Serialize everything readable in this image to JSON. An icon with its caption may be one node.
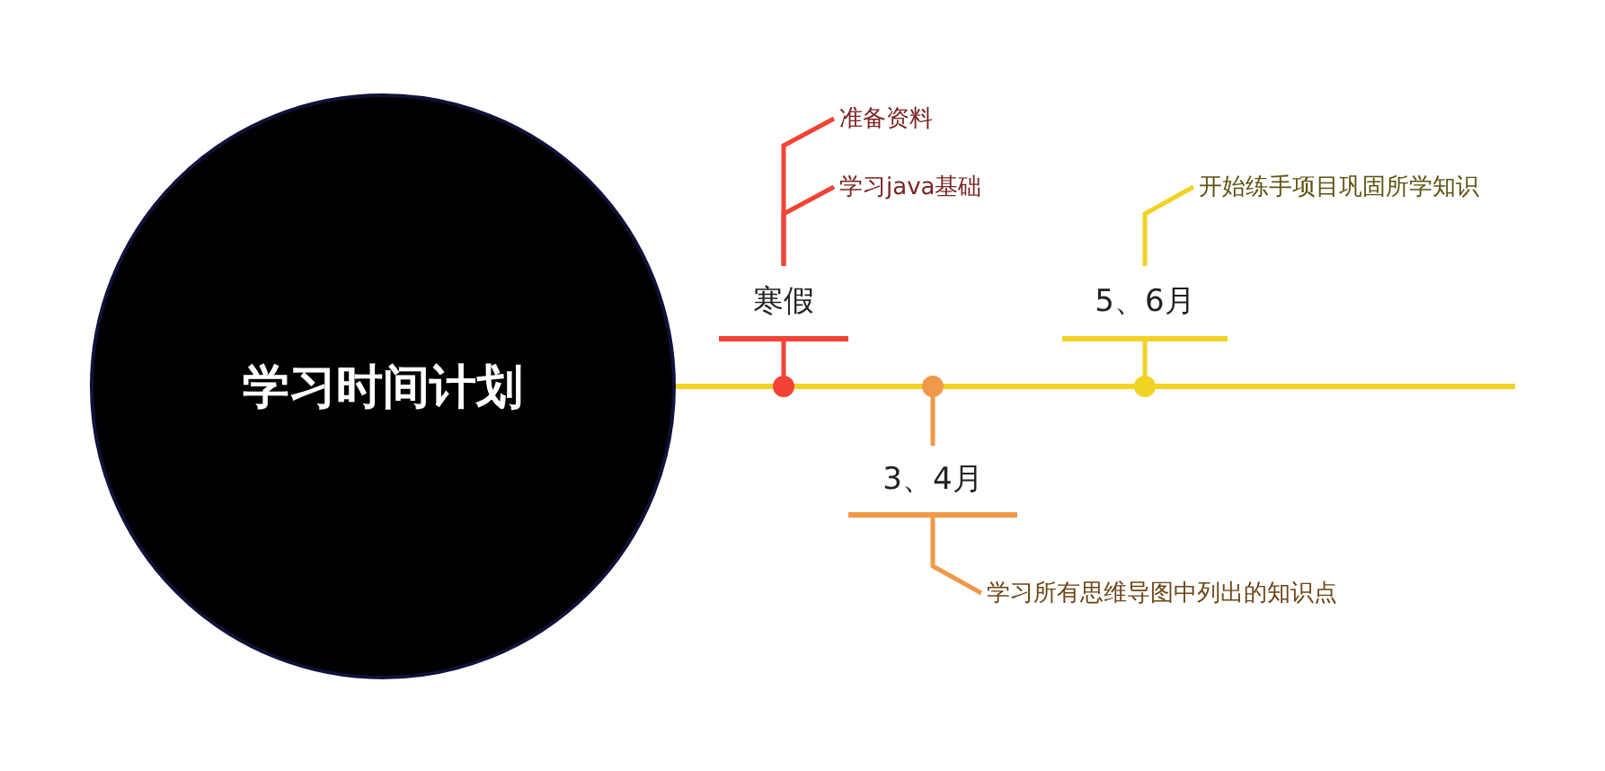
{
  "diagram": {
    "nodes": [
      {
        "text": [
          "学习时间计划"
        ]
      },
      {
        "text": [
          "寒假"
        ]
      },
      {
        "text": [
          "准备资料"
        ]
      },
      {
        "text": [
          "学习java基础"
        ]
      },
      {
        "text": [
          "3、4月"
        ]
      },
      {
        "text": [
          "学习所有思维导图中列出的知识点"
        ]
      },
      {
        "text": [
          "5、6月"
        ]
      },
      {
        "text": [
          "开始练手项目巩固所学知识"
        ]
      }
    ],
    "edges": [
      {
        "from": 0,
        "to": 1,
        "arrow": "none",
        "color": "#f44336"
      },
      {
        "from": 0,
        "to": 4,
        "arrow": "none",
        "color": "#f0994a"
      },
      {
        "from": 0,
        "to": 6,
        "arrow": "none",
        "color": "#f2d324"
      },
      {
        "from": 1,
        "to": 2,
        "arrow": "none",
        "color": "#f44336"
      },
      {
        "from": 1,
        "to": 3,
        "arrow": "none",
        "color": "#f44336"
      },
      {
        "from": 4,
        "to": 5,
        "arrow": "none",
        "color": "#f0994a"
      },
      {
        "from": 6,
        "to": 7,
        "arrow": "none",
        "color": "#f2d324"
      }
    ]
  }
}
